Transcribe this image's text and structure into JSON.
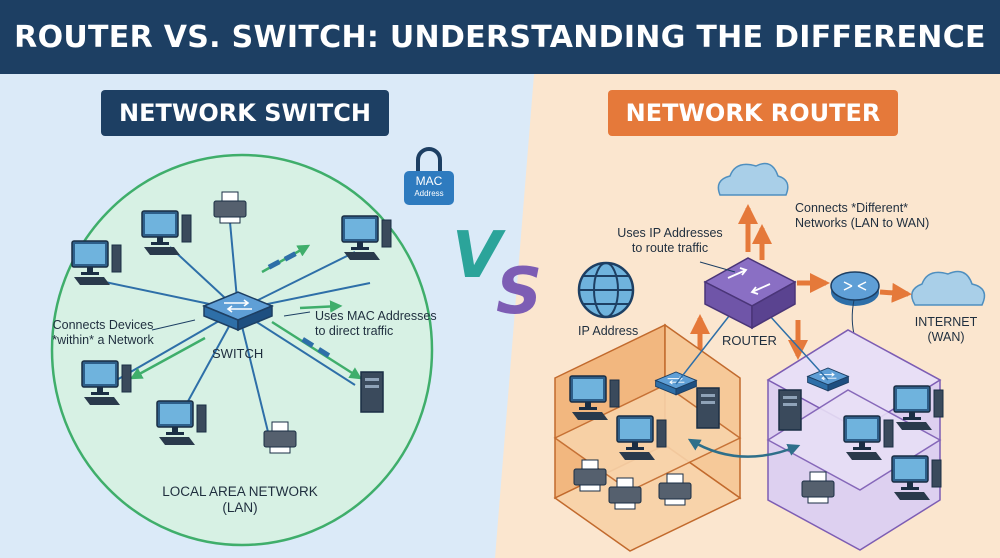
{
  "title": "ROUTER VS. SWITCH: UNDERSTANDING THE DIFFERENCE",
  "switch_side": {
    "heading": "NETWORK SWITCH",
    "device_label": "SWITCH",
    "mac_badge": {
      "line1": "MAC",
      "line2": "Address"
    },
    "note_mac": [
      "Uses MAC Addresses",
      "to direct traffic"
    ],
    "note_within": [
      "Connects Devices",
      "*within* a Network"
    ],
    "lan_label": [
      "LOCAL AREA NETWORK",
      "(LAN)"
    ]
  },
  "vs": {
    "v": "V",
    "s": "S"
  },
  "router_side": {
    "heading": "NETWORK ROUTER",
    "device_label": "ROUTER",
    "note_ip": [
      "Uses IP Addresses",
      "to route traffic"
    ],
    "ip_label": "IP Address",
    "note_different": [
      "Connects *Different*",
      "Networks (LAN to WAN)"
    ],
    "internet_label": [
      "INTERNET",
      "(WAN)"
    ]
  },
  "colors": {
    "banner": "#1d3f63",
    "switch_pill": "#1d3f63",
    "router_pill": "#e5793a",
    "left_bg": "#dbeaf8",
    "right_bg": "#fbe6cf",
    "lan_circle": "#d7f1e4",
    "router_purple": "#6f55a8",
    "arrow_green": "#3fae6b",
    "arrow_orange": "#e5793a",
    "cloud": "#a9cfe8"
  }
}
